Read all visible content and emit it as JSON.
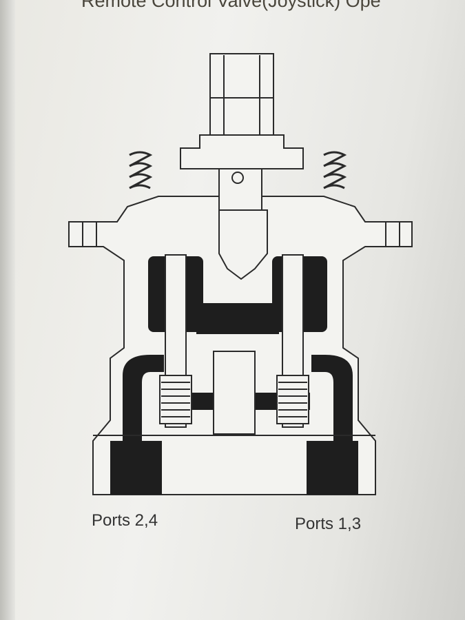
{
  "document": {
    "title": "Remote Control Valve(Joystick) Ope",
    "labels": {
      "left_ports": "Ports 2,4",
      "right_ports": "Ports 1,3"
    }
  }
}
